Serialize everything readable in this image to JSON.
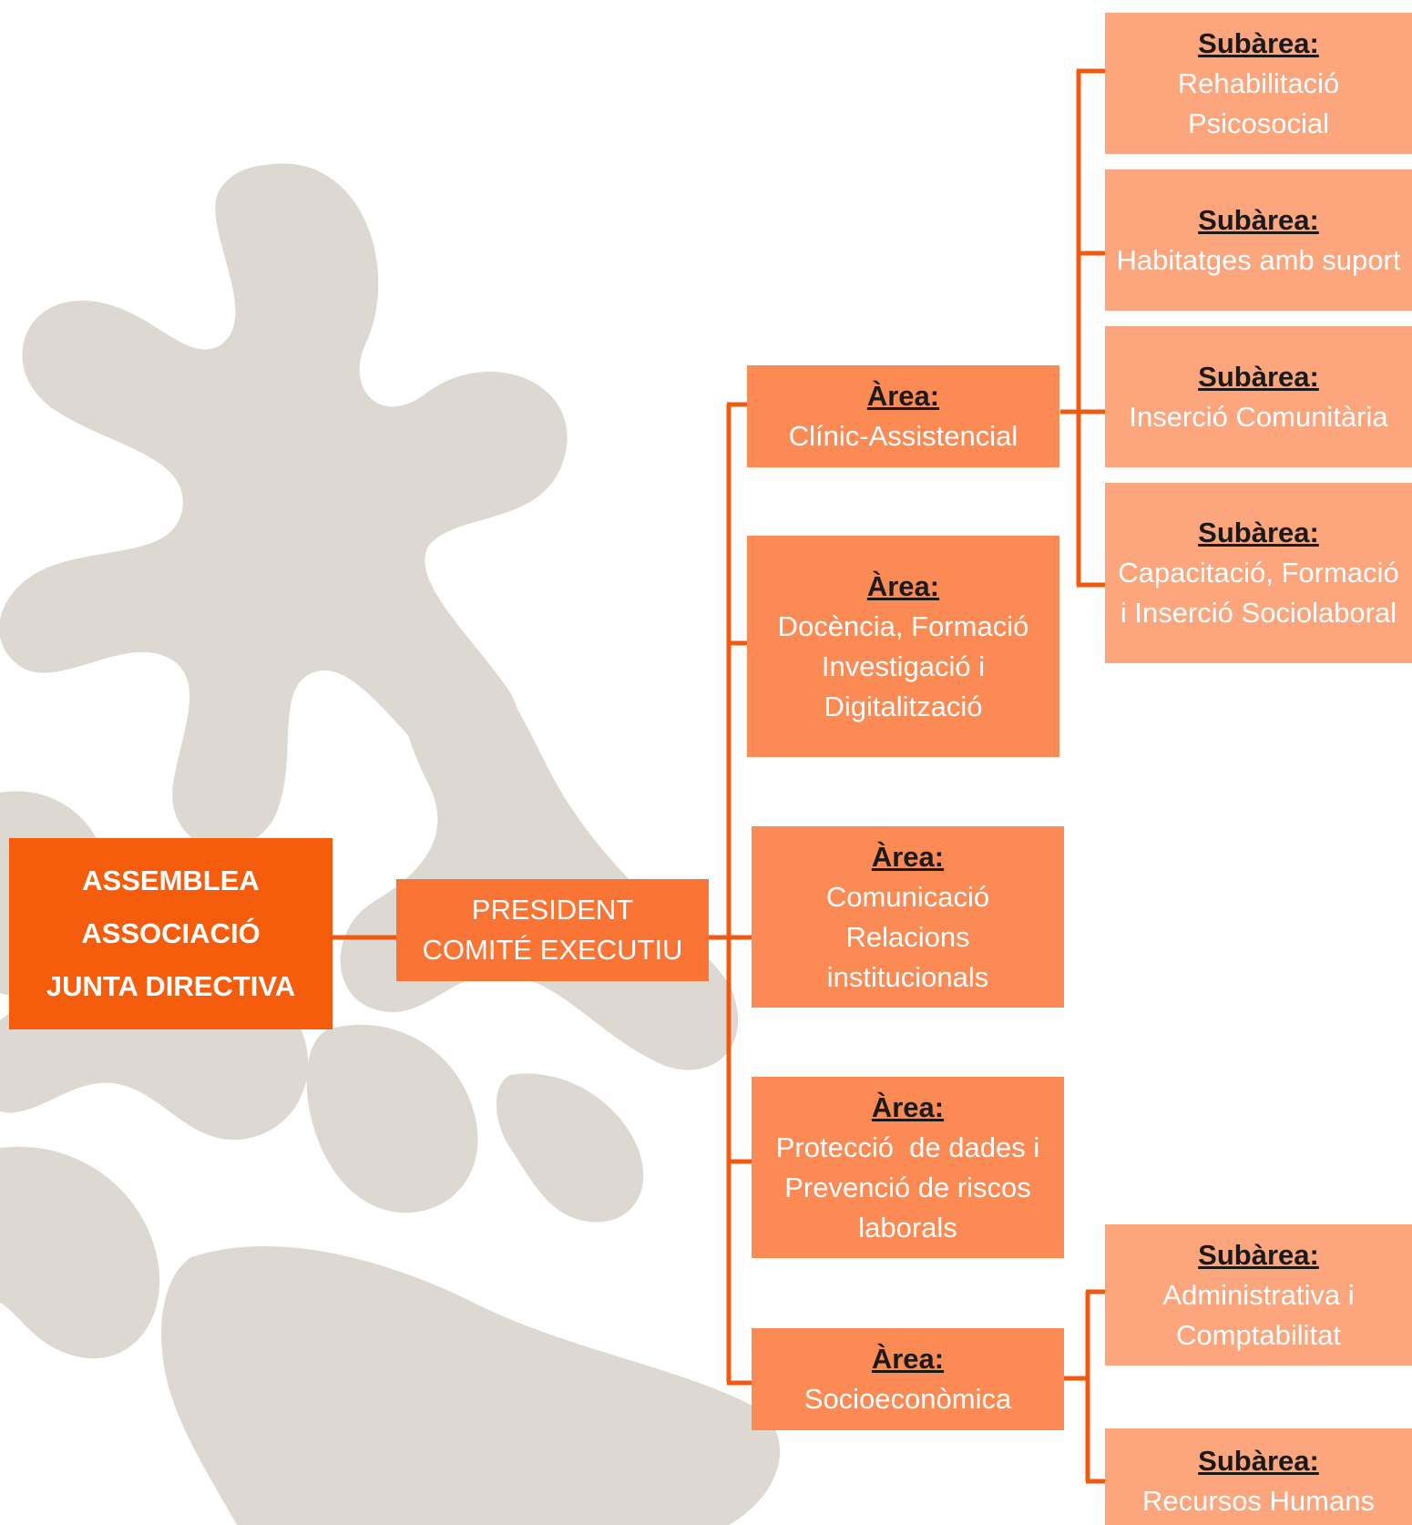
{
  "colors": {
    "connector": "#f05a0f",
    "root_fill": "#f55d0c",
    "president_fill": "#fa7436",
    "area_fill": "#fc8a54",
    "subarea_fill": "#fda57c",
    "background_shape": "#ddd9d2",
    "heading_text": "#1a1a1a",
    "body_text": "#ffffff"
  },
  "root": {
    "lines": [
      "ASSEMBLEA",
      "ASSOCIACIÓ",
      "JUNTA DIRECTIVA"
    ]
  },
  "president": {
    "lines": [
      "PRESIDENT",
      "COMITÉ EXECUTIU"
    ]
  },
  "areas": [
    {
      "heading": "Àrea:",
      "lines": [
        "Clínic-Assistencial"
      ]
    },
    {
      "heading": "Àrea:",
      "lines": [
        "Docència, Formació",
        "Investigació i",
        "Digitalització"
      ]
    },
    {
      "heading": "Àrea:",
      "lines": [
        "Comunicació",
        "Relacions",
        "institucionals"
      ]
    },
    {
      "heading": "Àrea:",
      "lines": [
        "Protecció  de dades i",
        "Prevenció de riscos",
        "laborals"
      ]
    },
    {
      "heading": "Àrea:",
      "lines": [
        "Socioeconòmica"
      ]
    }
  ],
  "subareas": [
    {
      "parent_area": 0,
      "heading": "Subàrea:",
      "lines": [
        "Rehabilitació",
        "Psicosocial"
      ]
    },
    {
      "parent_area": 0,
      "heading": "Subàrea:",
      "lines": [
        "Habitatges amb suport"
      ]
    },
    {
      "parent_area": 0,
      "heading": "Subàrea:",
      "lines": [
        "Inserció Comunitària"
      ]
    },
    {
      "parent_area": 0,
      "heading": "Subàrea:",
      "lines": [
        "Capacitació, Formació",
        "i Inserció Sociolaboral"
      ]
    },
    {
      "parent_area": 4,
      "heading": "Subàrea:",
      "lines": [
        "Administrativa i",
        "Comptabilitat"
      ]
    },
    {
      "parent_area": 4,
      "heading": "Subàrea:",
      "lines": [
        "Recursos Humans"
      ]
    }
  ]
}
